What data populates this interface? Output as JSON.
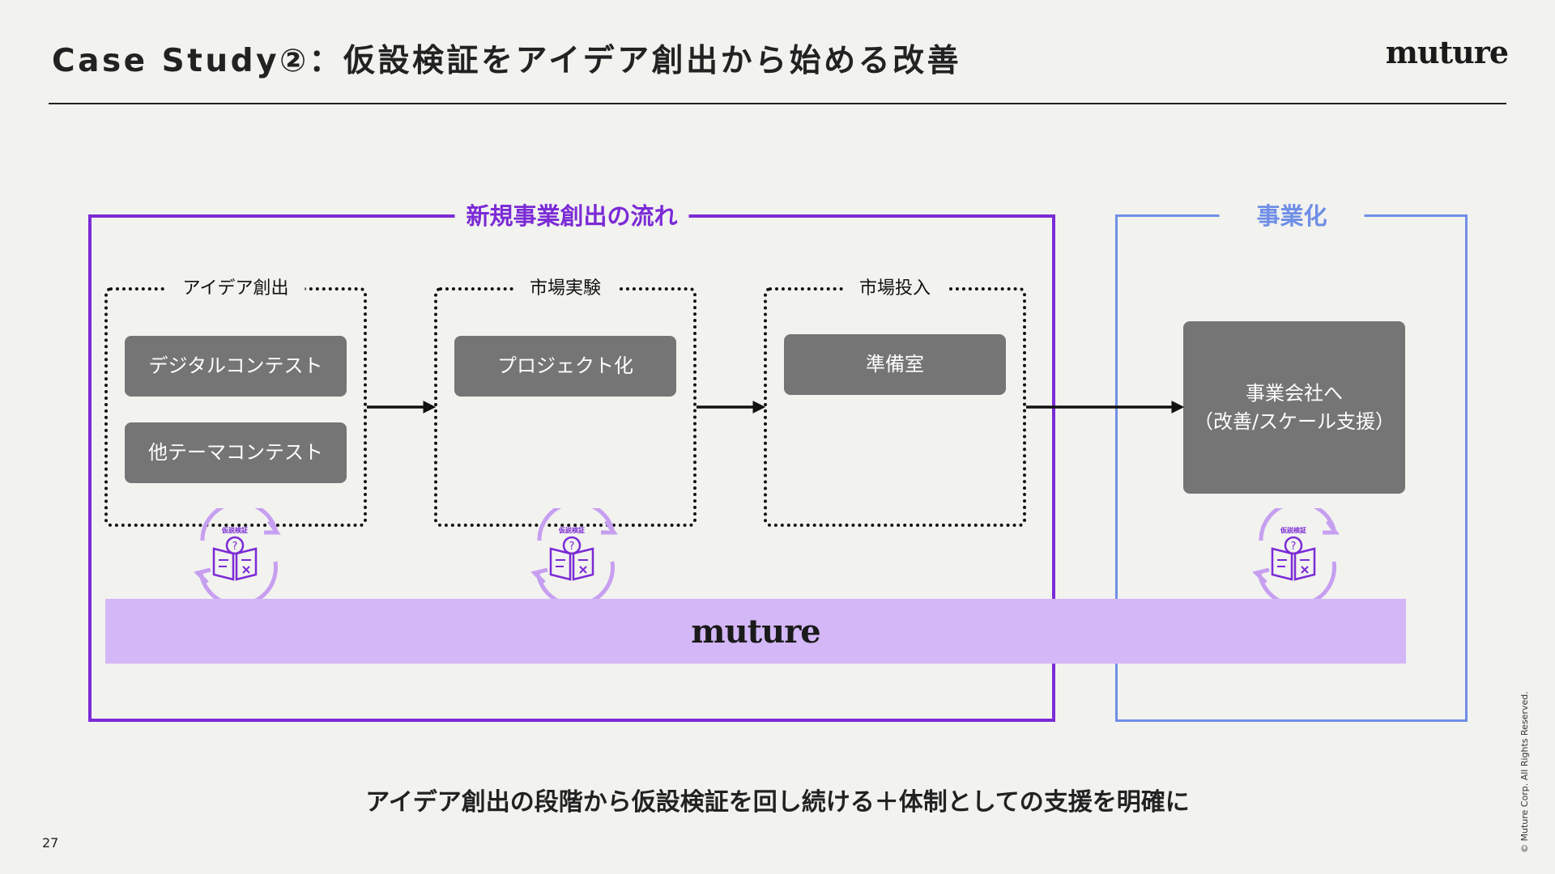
{
  "header": {
    "title": "Case Study②：仮設検証をアイデア創出から始める改善",
    "logo": "muture"
  },
  "diagram": {
    "flow_label": "新規事業創出の流れ",
    "commercialization_label": "事業化",
    "stages": [
      {
        "label": "アイデア創出",
        "items": [
          "デジタルコンテスト",
          "他テーマコンテスト"
        ]
      },
      {
        "label": "市場実験",
        "items": [
          "プロジェクト化"
        ]
      },
      {
        "label": "市場投入",
        "items": [
          "準備室"
        ]
      }
    ],
    "business_box": {
      "line1": "事業会社へ",
      "line2": "（改善/スケール支援）"
    },
    "cycle_icon_text": "仮説検証",
    "support_band_logo": "muture"
  },
  "footer": {
    "conclusion": "アイデア創出の段階から仮設検証を回し続ける＋体制としての支援を明確に",
    "page_number": "27",
    "copyright": "© Muture Corp. All Rights Reserved."
  },
  "colors": {
    "flow": "#7b2bd6",
    "commercialization": "#6f8ee6",
    "support_band": "#d4b7f7",
    "box": "#757575"
  }
}
